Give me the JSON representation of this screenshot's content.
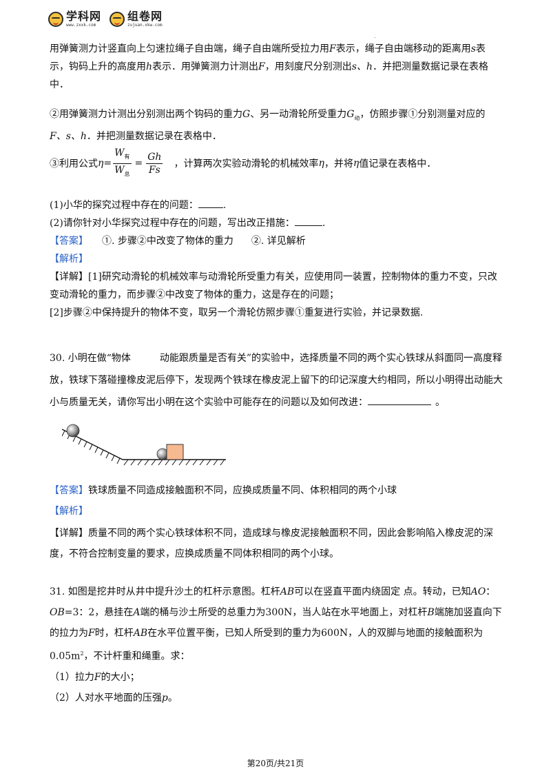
{
  "header": {
    "logo1_name": "学科网",
    "logo1_url": "www.zxxk.com",
    "logo2_name": "组卷网",
    "logo2_url": "zujuan.xkw.com",
    "dot": "."
  },
  "q29": {
    "line1": "用弹簧测力计竖直向上匀速拉绳子自由端，绳子自由端所受拉力用",
    "line1_F": "F",
    "line1b": "表示，绳子自由端移动的距离用",
    "line1_s": "s",
    "line1c": "表",
    "line2a": "示，钩码上升的高度用",
    "line2_h": "h",
    "line2b": "表示．用弹簧测力计测出",
    "line2_F": "F",
    "line2c": "，用刻度尺分别测出",
    "line2_sh": "s、h",
    "line2d": "．并把测量数据记录在表格",
    "line3": "中．",
    "step2a": "②用弹簧测力计测出分别测出两个钩码的重力",
    "step2_G": "G",
    "step2b": "、另一动滑轮所受重力",
    "step2_G2": "G",
    "step2_sub": "动",
    "step2c": "，仿照步骤①分别测量对应的",
    "step2d_vars": "F、s、h",
    "step2d": "．并把测量数据记录在表格中．",
    "step3a": "③利用公式",
    "step3_eta": "η=",
    "f1_num": "W",
    "f1_num_sub": "有",
    "f1_den": "W",
    "f1_den_sub": "总",
    "eq": "=",
    "f2_num": "Gh",
    "f2_den": "Fs",
    "step3b": "，计算两次实验动滑轮的机械效率",
    "step3_eta2": "η",
    "step3c": "，并将",
    "step3_eta3": "η",
    "step3d": "值记录在表格中．",
    "sub1": "(1)小华的探究过程中存在的问题：",
    "sub1_end": ".",
    "sub2": "(2)请你针对小华探究过程中存在的问题，写出改正措施：",
    "sub2_end": ".",
    "answer_tag": "【答案】",
    "answer_1": "①. 步骤②中改变了物体的重力",
    "answer_2": "②. 详见解析",
    "analysis_tag": "【解析】",
    "detail_tag": "【详解】",
    "detail_1": "[1]研究动滑轮的机械效率与动滑轮所受重力有关，应使用同一装置，控制物体的重力不变，只改变动滑轮的重力，而步骤②中改变了物体的重力，这是存在的问题；",
    "detail_2": "[2]步骤②中保持提升的物体不变，取另一个滑轮仿照步骤①重复进行实验，并记录数据."
  },
  "q30": {
    "text_a": "30. 小明在做“物体",
    "text_b": "动能跟质量是否有关”的实验中，选择质量不同的两个实心铁球从斜面同一高度释放，铁球下落碰撞橡皮泥后停下，发现两个铁球在橡皮泥上留下的印记深度大约相同，所以小明得出动能大小与质量无关，请你写出小明在这个实验中可能存在的问题以及如何改进：",
    "text_end": "。",
    "answer_tag": "【答案】",
    "answer": "铁球质量不同造成接触面积不同，应换成质量不同、体积相同的两个小球",
    "analysis_tag": "【解析】",
    "detail_tag": "【详解】",
    "detail": "质量不同的两个实心铁球体积不同，造成球与橡皮泥接触面积不同，因此会影响陷入橡皮泥的深度，不符合控制变量的要求，应换成质量不同体积相同的两个小球。"
  },
  "q31": {
    "line1a": "31. 如图是挖井时从井中提升沙土的杠杆示意图。杠杆",
    "AB": "AB",
    "line1b": "可以在竖直平面内绕固定  点。转动，已知",
    "AO": "AO",
    "line1c": "：",
    "line2_OB": "OB",
    "line2a": "=3：2，悬挂在",
    "line2_A": "A",
    "line2b": "端的桶与沙土所受的总重力为300N，当人站在水平地面上，对杠杆",
    "line2_B": "B",
    "line2c": "端施加竖直向下",
    "line3a": "的拉力为",
    "line3_F": "F",
    "line3b": "时，杠杆",
    "line3_AB": "AB",
    "line3c": "在水平位置平衡，已知人所受到的重力为600N，人的双脚与地面的接触面积为",
    "line4a": "0.05m",
    "line4_sup": "2",
    "line4b": "，不计杆重和绳重。求：",
    "sub1a": "（1）拉力",
    "sub1_F": "F",
    "sub1b": "的大小；",
    "sub2a": "（2）人对水平地面的压强",
    "sub2_p": "p",
    "sub2b": "。"
  },
  "footer": {
    "page": "第20页/共21页"
  }
}
